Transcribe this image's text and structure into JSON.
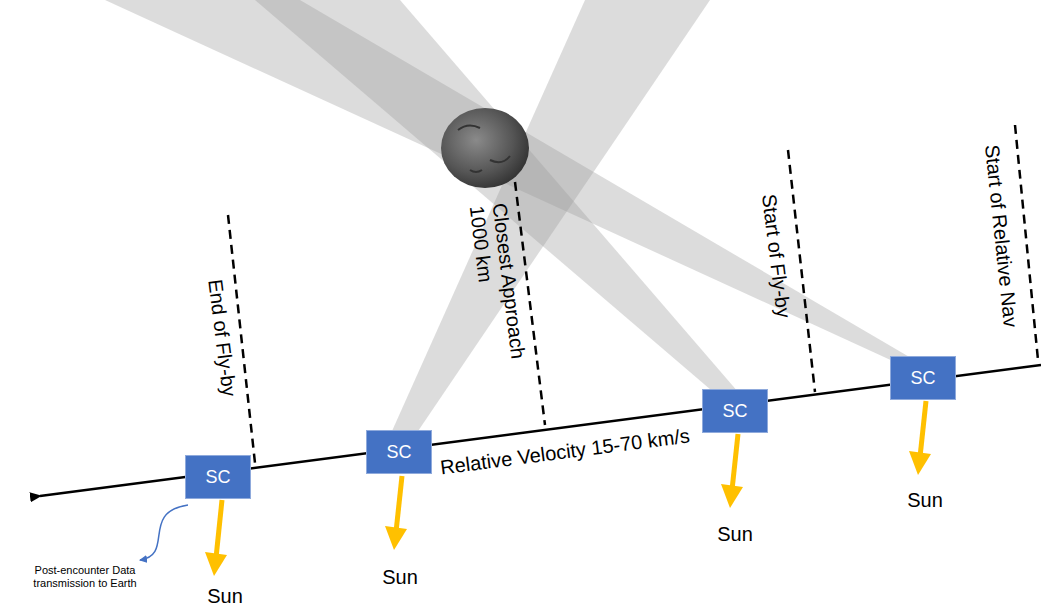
{
  "diagram": {
    "nodes": [
      {
        "text": [
          "SC"
        ]
      },
      {
        "text": [
          "SC"
        ]
      },
      {
        "text": [
          "SC"
        ]
      },
      {
        "text": [
          "SC"
        ]
      }
    ],
    "labels": [
      "End of Fly-by",
      "Closest Approach 1000 km",
      "Start of Fly-by",
      "Start of Relative Nav",
      "Relative Velocity 15-70 km/s",
      "Sun",
      "Sun",
      "Sun",
      "Sun",
      "Post-encounter Data transmission to Earth"
    ]
  }
}
